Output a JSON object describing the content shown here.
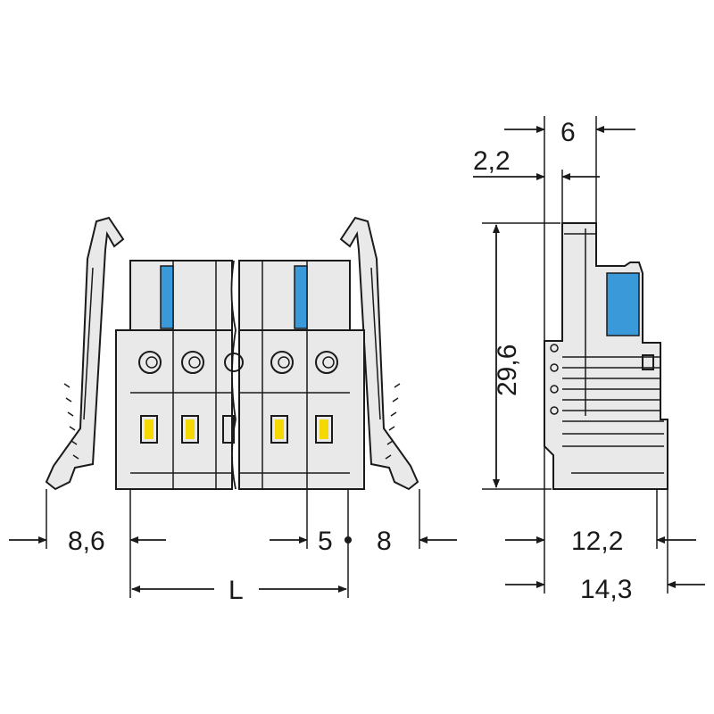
{
  "dimensions": {
    "top_width": "6",
    "top_offset": "2,2",
    "height": "29,6",
    "left_margin": "8,6",
    "pitch": "5",
    "right_margin": "8",
    "length": "L",
    "depth_inner": "12,2",
    "depth_outer": "14,3"
  },
  "colors": {
    "housing": "#e9e9ea",
    "release_pusher": "#3a9ad9",
    "contact_window": "#f5d800",
    "outline": "#1a1a1a"
  }
}
